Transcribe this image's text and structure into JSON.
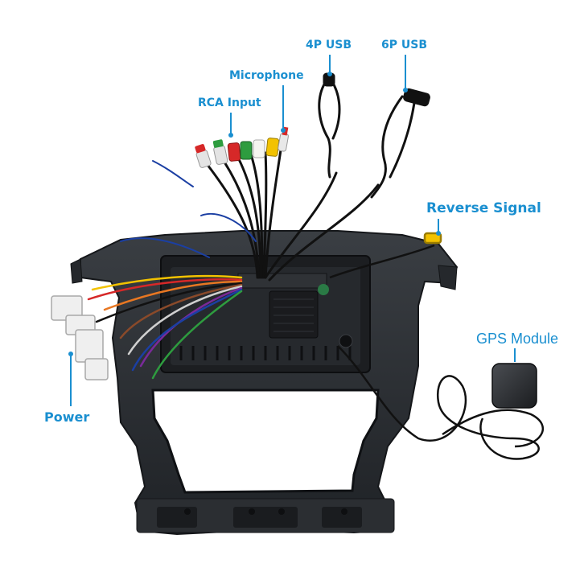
{
  "labels": {
    "usb_4p": "4P USB",
    "usb_6p": "6P USB",
    "microphone": "Microphone",
    "rca_input": "RCA Input",
    "reverse_signal": "Reverse Signal",
    "gps_module": "GPS Module",
    "power": "Power"
  },
  "colors": {
    "label": "#1a8fd0",
    "leader_line": "#1a8fd0",
    "frame": "#2a2d31",
    "cable": "#111111"
  },
  "icons": {
    "frame": "car-stereo-panel-frame",
    "gps": "gps-antenna-icon",
    "usb": "usb-cable-icon",
    "rca": "rca-plug-icon"
  }
}
